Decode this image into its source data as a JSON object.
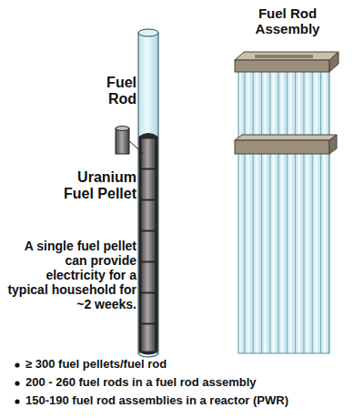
{
  "diagram": {
    "labels": [
      "Fuel Rod",
      "Uranium Fuel Pellet",
      "A single fuel pellet can provide electricity for a typical household for ~2 weeks.",
      "Fuel Rod Assembly",
      "≥ 300 fuel pellets/fuel rod",
      "200 - 260 fuel rods in a fuel rod assembly",
      "150-190 fuel rod assemblies in a reactor (PWR)"
    ]
  }
}
